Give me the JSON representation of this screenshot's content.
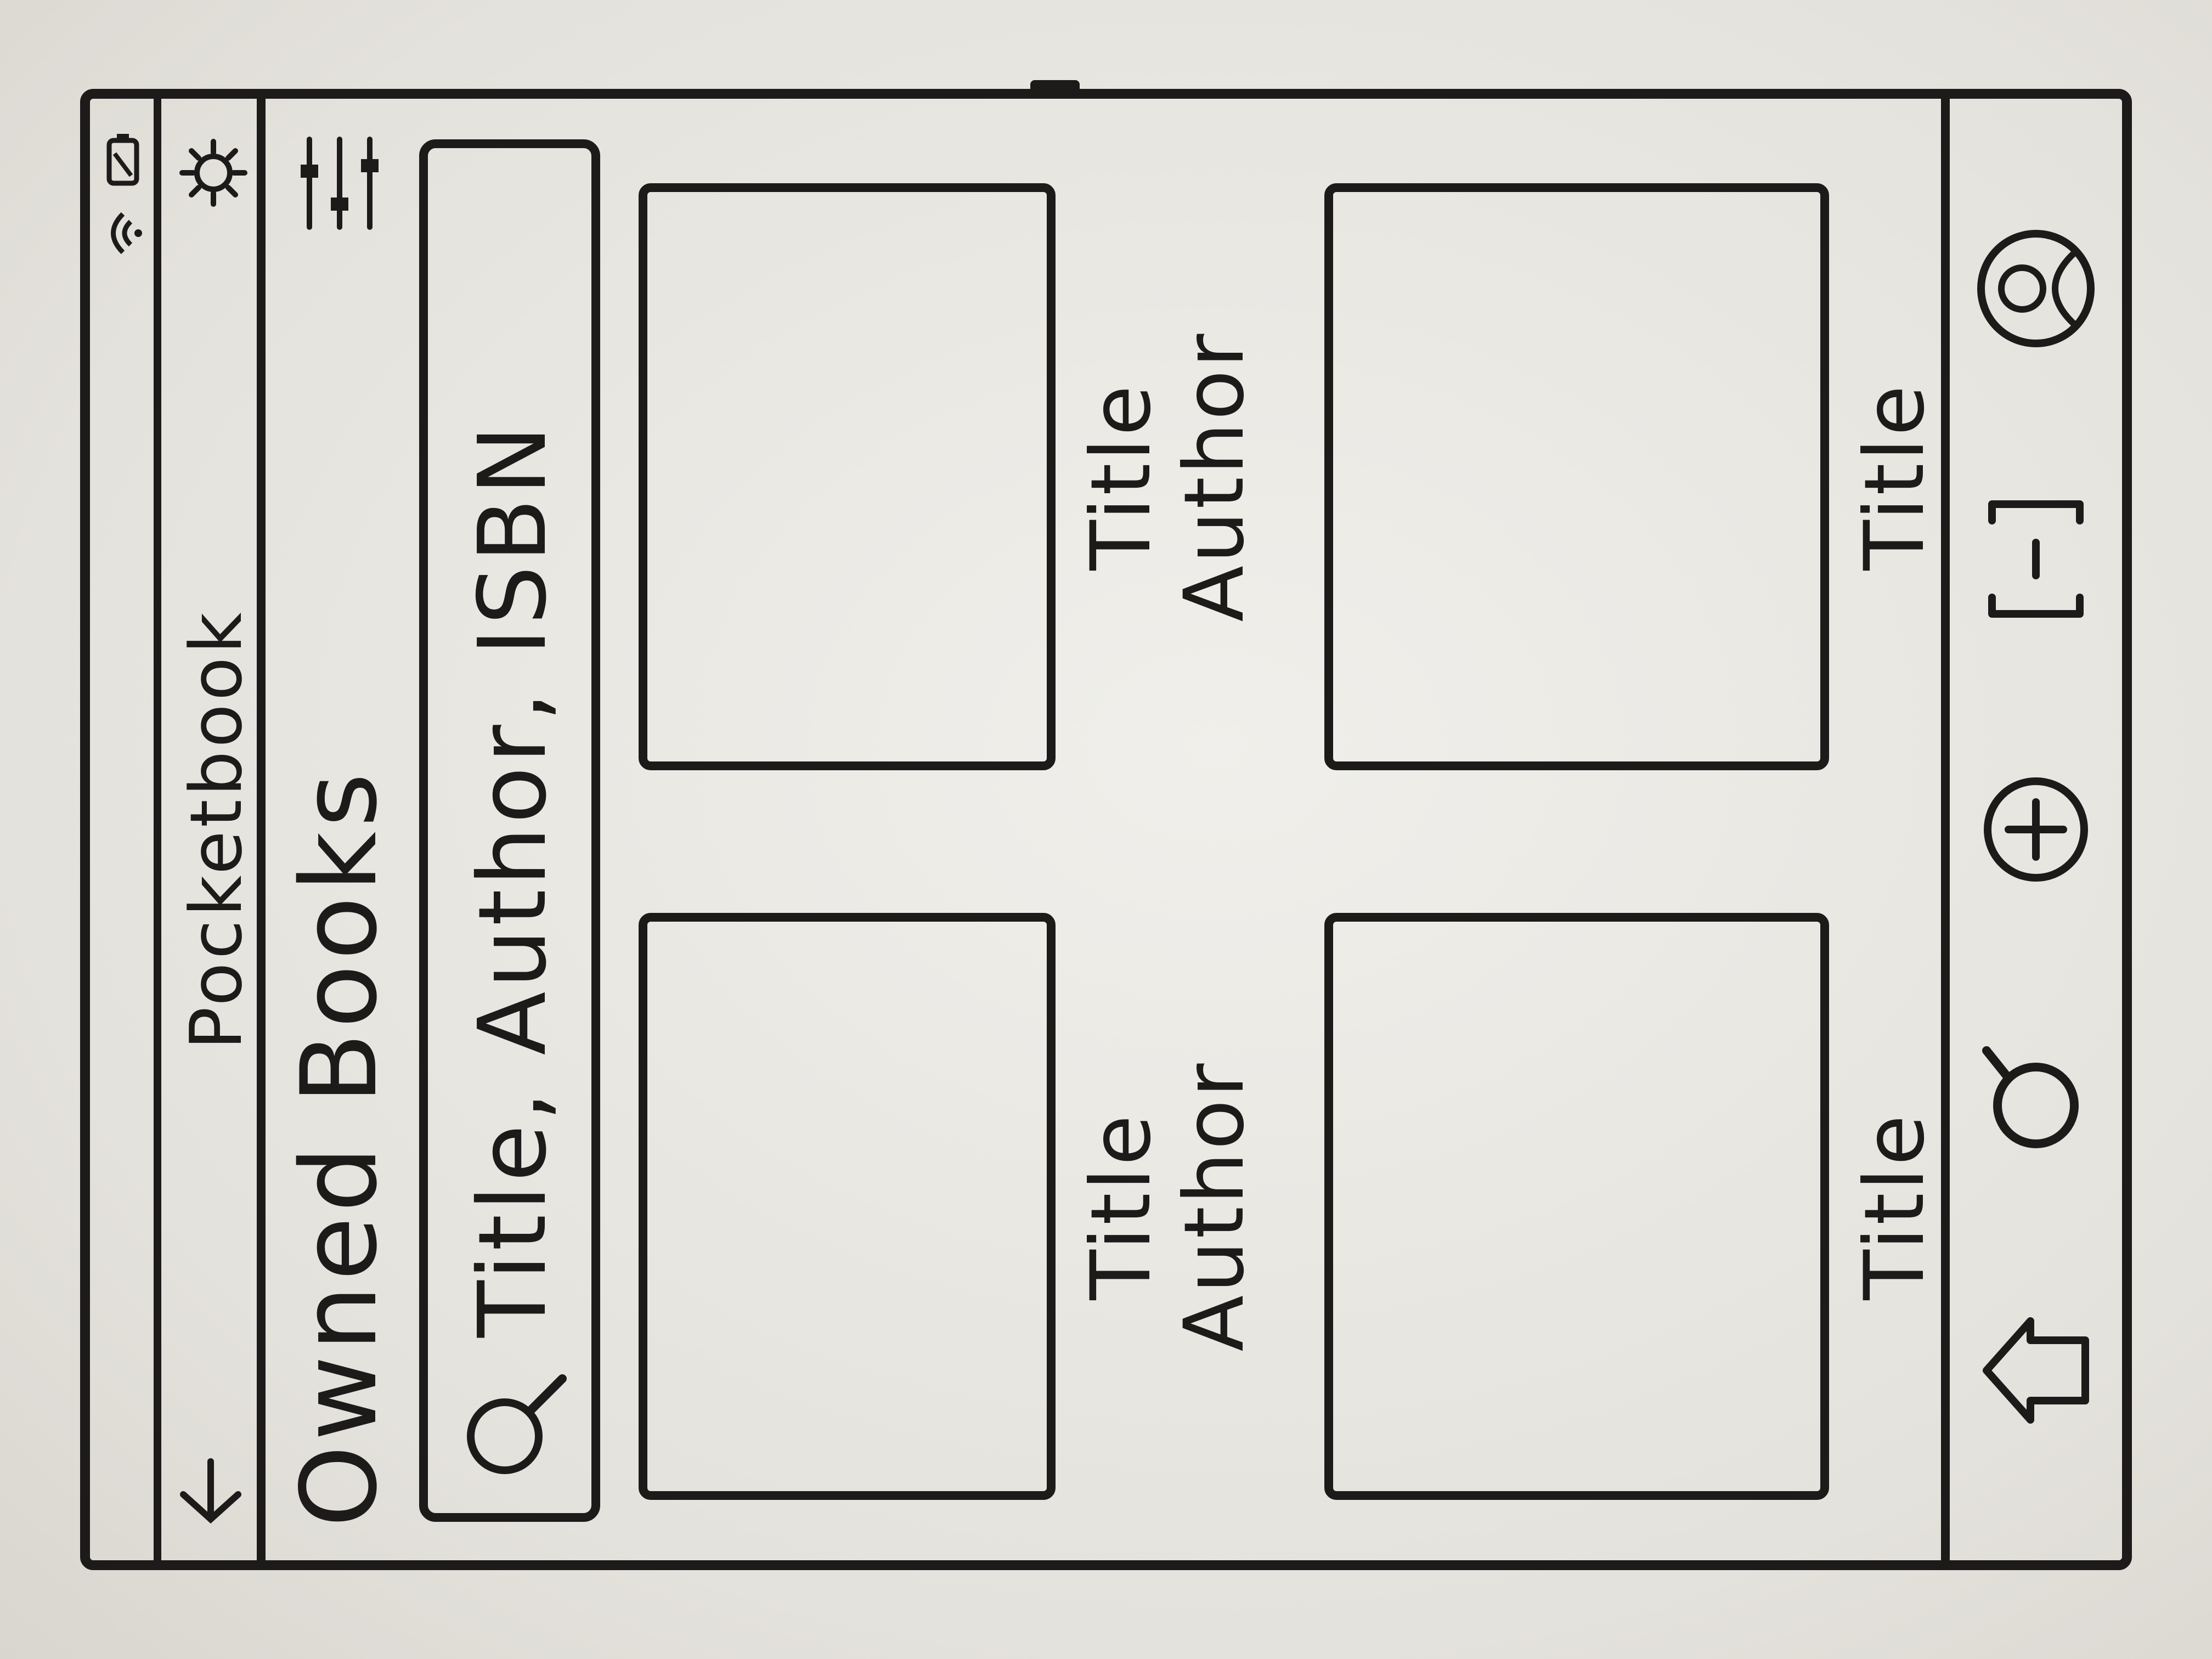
{
  "app": {
    "title": "Pocketbook"
  },
  "status_bar": {
    "icons": [
      "wifi-icon",
      "battery-icon"
    ]
  },
  "app_bar": {
    "back_icon": "back-arrow-icon",
    "settings_icon": "gear-icon"
  },
  "section": {
    "title": "Owned Books",
    "filter_icon": "sliders-icon"
  },
  "search": {
    "placeholder": "Title, Author, ISBN",
    "icon": "search-icon"
  },
  "books": [
    {
      "title": "Title",
      "author": "Author"
    },
    {
      "title": "Title",
      "author": "Author"
    },
    {
      "title": "Title",
      "author": ""
    },
    {
      "title": "Title",
      "author": ""
    }
  ],
  "bottom_nav": {
    "items": [
      "home-icon",
      "search-icon",
      "add-icon",
      "scan-icon",
      "profile-icon"
    ]
  }
}
